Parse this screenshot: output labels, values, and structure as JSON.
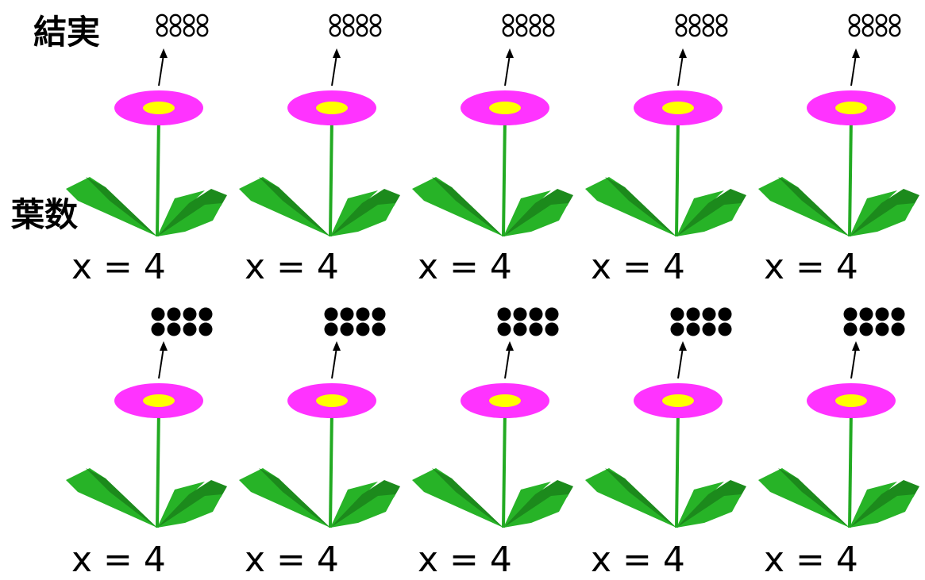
{
  "labels": {
    "fruit": "結実",
    "leaf_count": "葉数"
  },
  "colors": {
    "petal": "#ff33ff",
    "center": "#ffff00",
    "stem": "#22aa22",
    "leaf_dark": "#1c8a1c",
    "leaf_light": "#27b327",
    "seed": "#000000"
  },
  "rows": [
    {
      "seed_style": "hollow",
      "plants": [
        {
          "label": "x = 4",
          "seeds": 8
        },
        {
          "label": "x = 4",
          "seeds": 8
        },
        {
          "label": "x = 4",
          "seeds": 8
        },
        {
          "label": "x = 4",
          "seeds": 8
        },
        {
          "label": "x = 4",
          "seeds": 8
        }
      ]
    },
    {
      "seed_style": "filled",
      "plants": [
        {
          "label": "x = 4",
          "seeds": 8
        },
        {
          "label": "x = 4",
          "seeds": 8
        },
        {
          "label": "x = 4",
          "seeds": 8
        },
        {
          "label": "x = 4",
          "seeds": 8
        },
        {
          "label": "x = 4",
          "seeds": 8
        }
      ]
    }
  ]
}
